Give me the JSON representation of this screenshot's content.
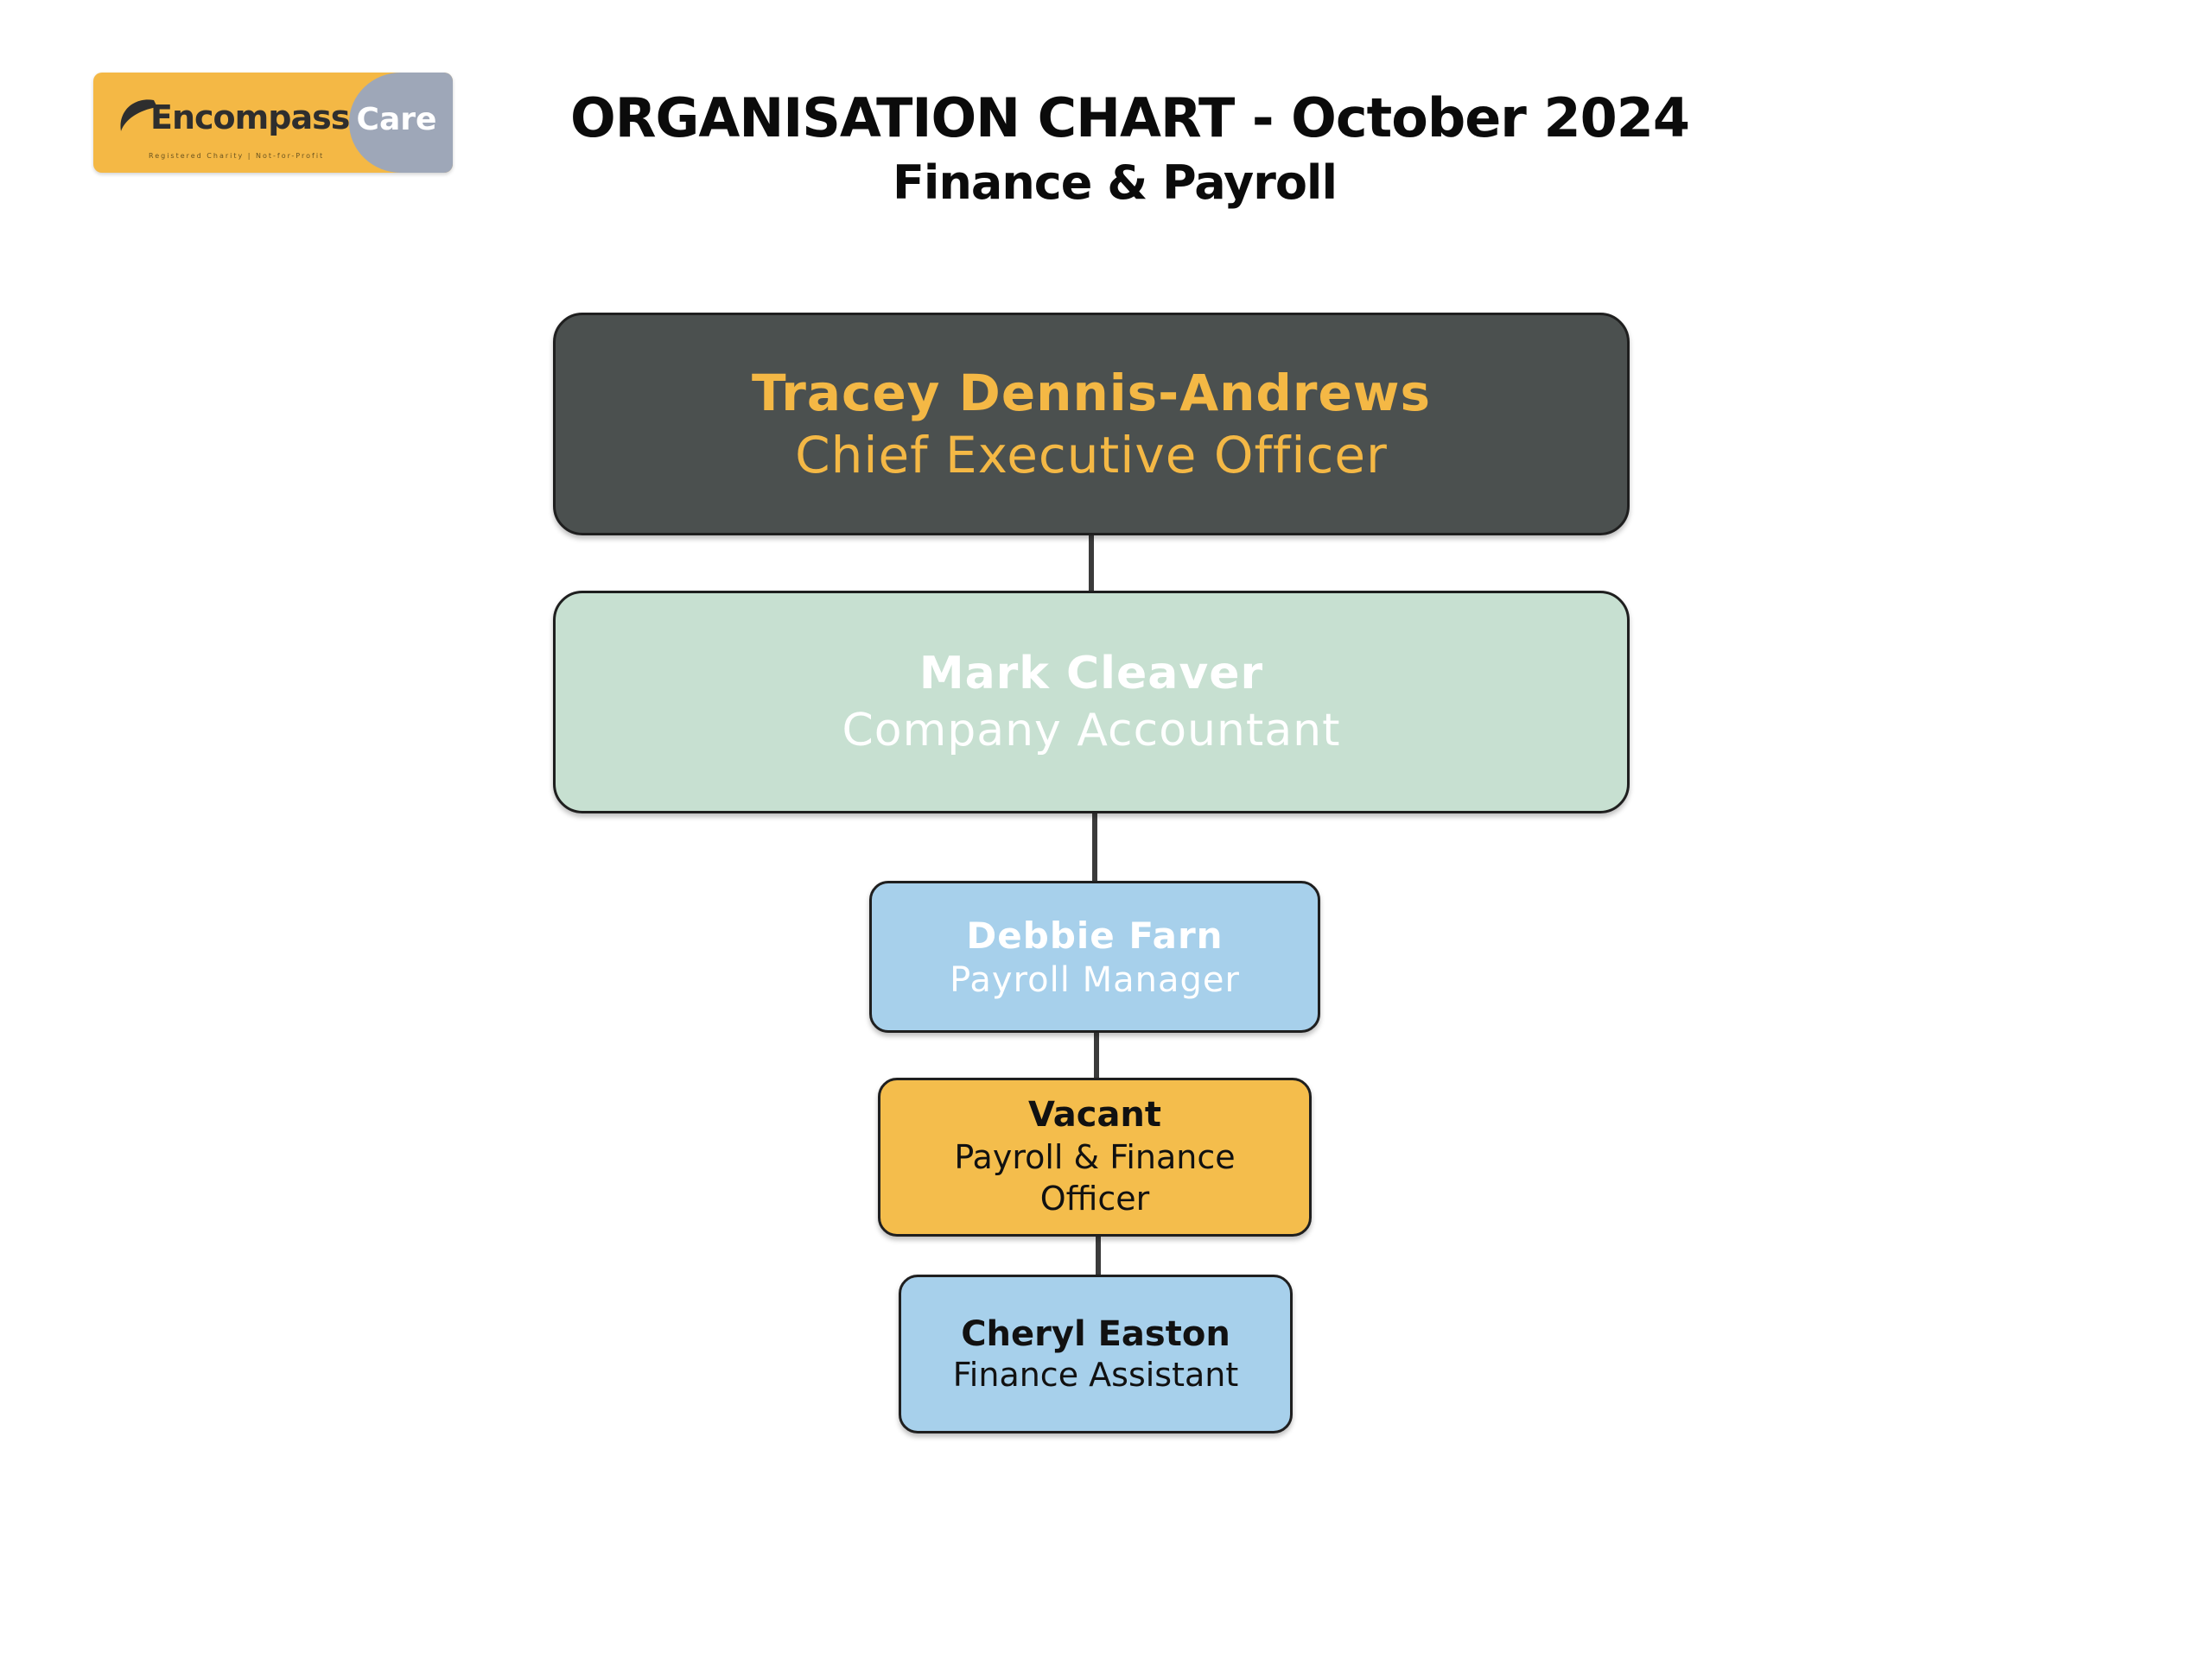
{
  "logo": {
    "brand": "Encompass",
    "care": "Care",
    "tagline": "Registered Charity  |  Not-for-Profit",
    "colors": {
      "primary": "#f4b845",
      "secondary": "#9ea7b8"
    }
  },
  "header": {
    "title": "ORGANISATION CHART  - October 2024",
    "subtitle": "Finance & Payroll"
  },
  "org": {
    "ceo": {
      "name": "Tracey Dennis-Andrews",
      "role": "Chief Executive Officer",
      "color": "#4b504f"
    },
    "accountant": {
      "name": "Mark Cleaver",
      "role": "Company Accountant",
      "color": "#c7e0d1"
    },
    "payroll_manager": {
      "name": "Debbie Farn",
      "role": "Payroll Manager",
      "color": "#a7d0eb"
    },
    "vacant": {
      "name": "Vacant",
      "role": "Payroll & Finance Officer",
      "color": "#f4bd4c"
    },
    "finance_assistant": {
      "name": "Cheryl Easton",
      "role": "Finance Assistant",
      "color": "#a7d0eb"
    }
  }
}
